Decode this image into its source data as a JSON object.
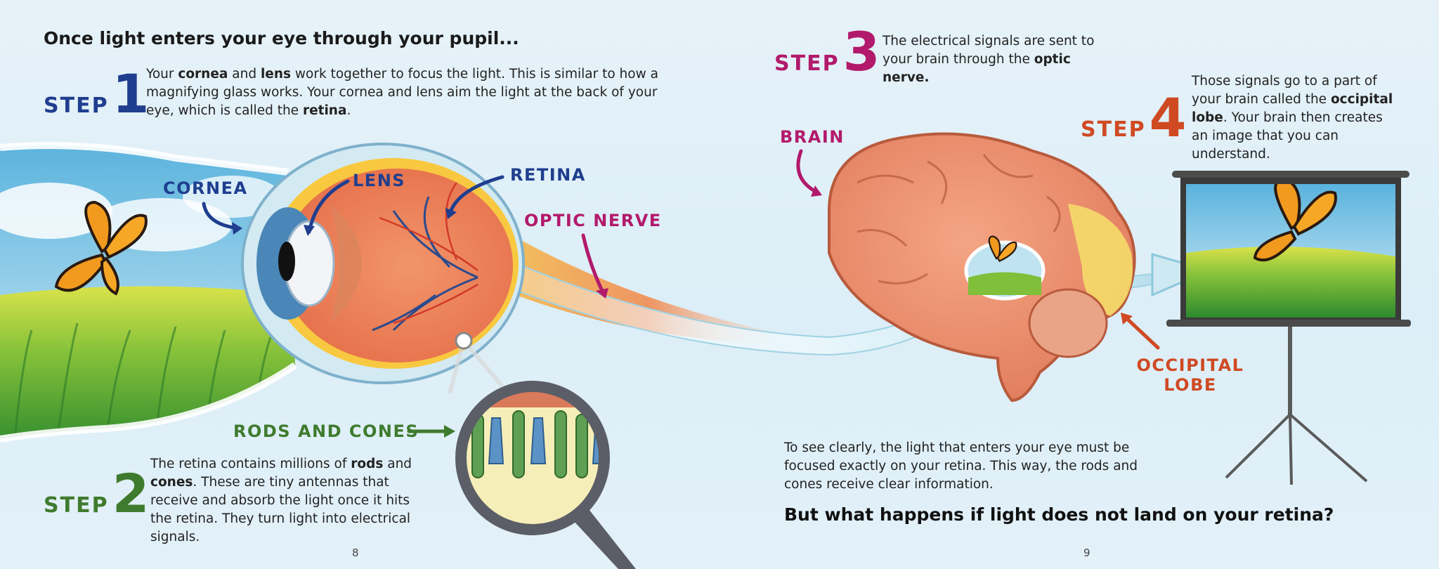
{
  "heading": "Once light enters your eye through your pupil...",
  "steps": {
    "step1": {
      "word": "STEP",
      "num": "1",
      "text_html": "Your <b>cornea</b> and <b>lens</b> work together to focus the light. This is similar to how a magnifying glass works. Your cornea and lens aim the light at the back of your eye, which is called the <b>retina</b>."
    },
    "step2": {
      "word": "STEP",
      "num": "2",
      "text_html": "The retina contains millions of <b>rods</b> and <b>cones</b>. These are tiny antennas that receive and absorb the light once it hits the retina. They turn light into electrical signals."
    },
    "step3": {
      "word": "STEP",
      "num": "3",
      "text_html": "The electrical signals are sent to your brain through the <b>optic nerve.</b>"
    },
    "step4": {
      "word": "STEP",
      "num": "4",
      "text_html": "Those signals go to a part of your brain called the <b>occipital lobe</b>. Your brain then creates an image that you can understand."
    }
  },
  "labels": {
    "cornea": "CORNEA",
    "lens": "LENS",
    "retina": "RETINA",
    "optic_nerve": "OPTIC NERVE",
    "rods_cones": "RODS AND CONES",
    "brain": "BRAIN",
    "occipital_1": "OCCIPITAL",
    "occipital_2": "LOBE"
  },
  "body_text": "To see clearly, the light that enters your eye must be focused exactly on your retina. This way, the rods and cones receive clear information.",
  "question": "But what happens if light does not land on your retina?",
  "page_left": "8",
  "page_right": "9",
  "colors": {
    "blue": "#1f3e8f",
    "green": "#3f7b2e",
    "magenta": "#b21a6b",
    "orange": "#cf4a23"
  }
}
